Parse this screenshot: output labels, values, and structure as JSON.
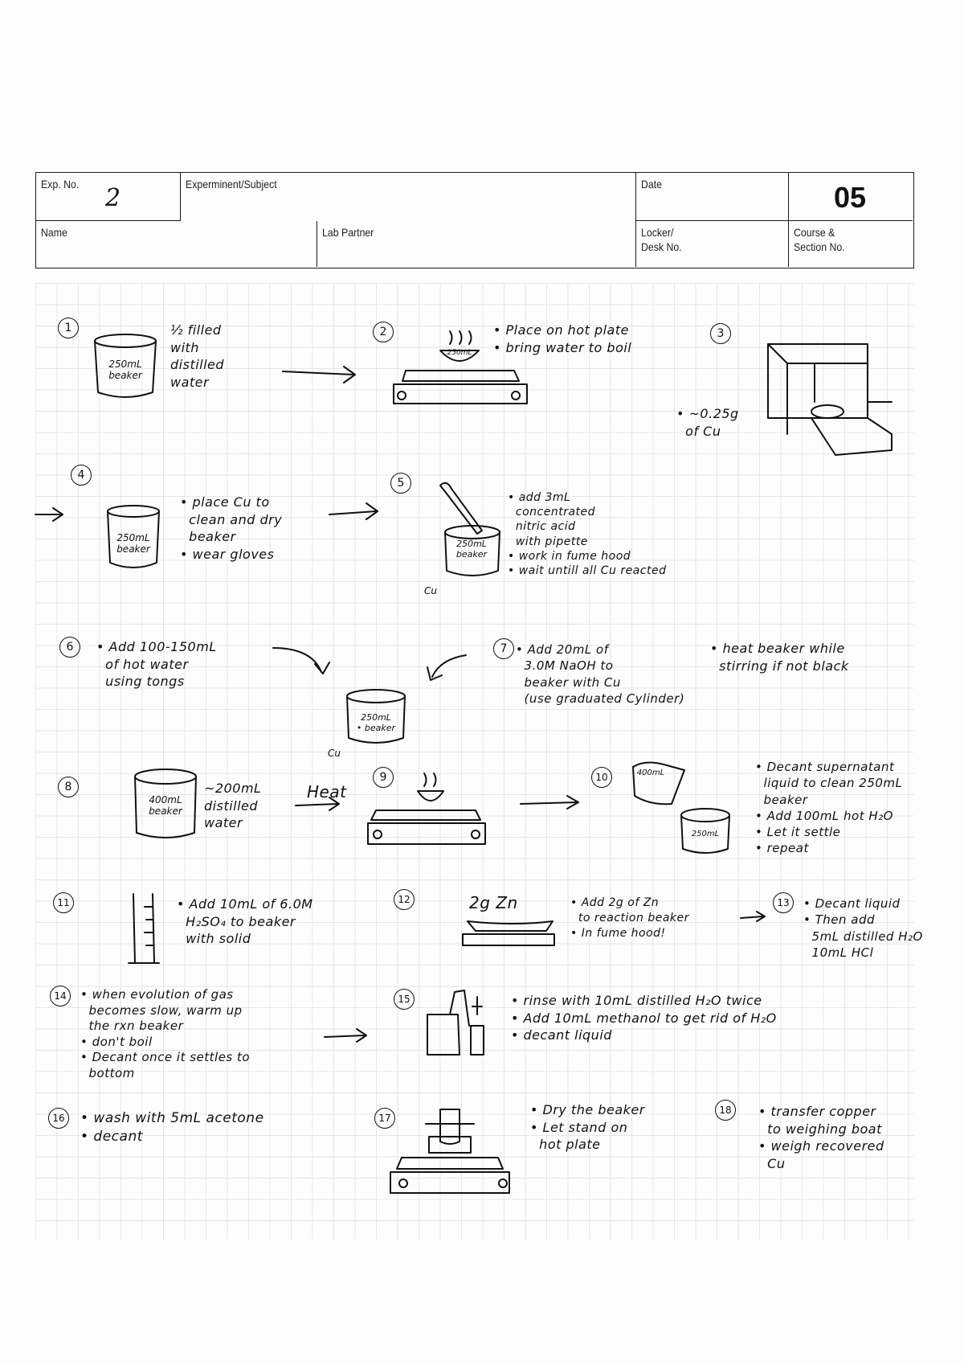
{
  "header": {
    "exp_no_label": "Exp. No.",
    "exp_no_value": "2",
    "experiment_label": "Experminent/Subject",
    "date_label": "Date",
    "page_value": "05",
    "name_label": "Name",
    "lab_partner_label": "Lab Partner",
    "locker_label": "Locker/\nDesk No.",
    "course_label": "Course &\nSection No."
  },
  "steps": [
    {
      "num": "1",
      "text": "½ filled\nwith\ndistilled\nwater",
      "beaker": "250mL\nbeaker"
    },
    {
      "num": "2",
      "text": "• Place on hot plate\n• bring water to boil",
      "beaker": "250mL"
    },
    {
      "num": "3",
      "text": "• ~0.25g\n  of Cu"
    },
    {
      "num": "4",
      "text": "• place Cu to\n  clean and dry\n  beaker\n• wear gloves",
      "beaker": "250mL\nbeaker"
    },
    {
      "num": "5",
      "text": "• add 3mL\n  concentrated\n  nitric acid\n  with pipette\n• work in fume hood\n• wait untill all Cu reacted",
      "beaker": "250mL\nbeaker",
      "sub": "Cu"
    },
    {
      "num": "6",
      "text": "• Add 100-150mL\n  of hot water\n  using tongs",
      "beaker": "250mL\n• beaker",
      "sub": "Cu"
    },
    {
      "num": "7",
      "text": "• Add 20mL of\n  3.0M NaOH to\n  beaker with Cu\n  (use graduated Cylinder)",
      "extra": "• heat beaker while\n  stirring if not black"
    },
    {
      "num": "8",
      "text": "~200mL\ndistilled\nwater",
      "beaker": "400mL\nbeaker",
      "arrow_label": "Heat"
    },
    {
      "num": "9"
    },
    {
      "num": "10",
      "text": "• Decant supernatant\n  liquid to clean 250mL\n  beaker\n• Add 100mL hot H₂O\n• Let it settle\n• repeat",
      "beaker": "250mL",
      "tilted_beaker": "400mL"
    },
    {
      "num": "11",
      "text": "• Add 10mL of 6.0M\n  H₂SO₄ to beaker\n  with solid"
    },
    {
      "num": "12",
      "text": "• Add 2g of Zn\n  to reaction beaker\n• In fume hood!",
      "label": "2g Zn"
    },
    {
      "num": "13",
      "text": "• Decant liquid\n• Then add\n  5mL distilled H₂O\n  10mL HCl"
    },
    {
      "num": "14",
      "text": "• when evolution of gas\n  becomes slow, warm up\n  the rxn beaker\n• don't boil\n• Decant once it settles to\n  bottom"
    },
    {
      "num": "15",
      "text": "• rinse with 10mL distilled H₂O twice\n• Add 10mL methanol to get rid of H₂O\n• decant liquid"
    },
    {
      "num": "16",
      "text": "• wash with 5mL acetone\n• decant"
    },
    {
      "num": "17",
      "text": "• Dry the beaker\n• Let stand on\n  hot plate"
    },
    {
      "num": "18",
      "text": "• transfer copper\n  to weighing boat\n• weigh recovered\n  Cu"
    }
  ]
}
